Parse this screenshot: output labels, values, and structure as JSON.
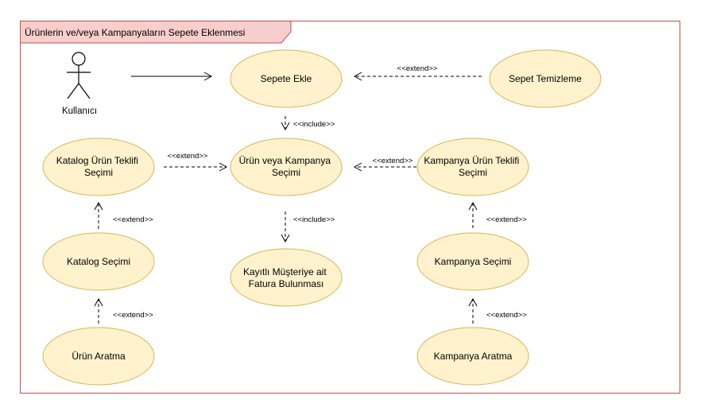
{
  "diagram": {
    "title": "Ürünlerin ve/veya Kampanyaların Sepete Eklenmesi",
    "actor": {
      "label": "Kullanıcı"
    },
    "use_cases": {
      "sepete_ekle": [
        "Sepete Ekle"
      ],
      "sepet_temizleme": [
        "Sepet Temizleme"
      ],
      "urun_kampanya_secimi": [
        "Ürün veya Kampanya",
        "Seçimi"
      ],
      "katalog_urun_teklifi": [
        "Katalog Ürün Teklifi",
        "Seçimi"
      ],
      "kampanya_urun_teklifi": [
        "Kampanya Ürün Teklifi",
        "Seçimi"
      ],
      "katalog_secimi": [
        "Katalog Seçimi"
      ],
      "kayitli_musteri": [
        "Kayıtlı Müşteriye ait",
        "Fatura Bulunması"
      ],
      "kampanya_secimi": [
        "Kampanya Seçimi"
      ],
      "urun_aratma": [
        "Ürün Aratma"
      ],
      "kampanya_aratma": [
        "Kampanya Aratma"
      ]
    },
    "relations": {
      "temizleme_to_ekle": "<<extend>>",
      "ekle_to_secim": "<<include>>",
      "katalog_teklif_to_secim": "<<extend>>",
      "kampanya_teklif_to_secim": "<<extend>>",
      "secim_to_fatura": "<<include>>",
      "katalog_secimi_to_teklif": "<<extend>>",
      "kampanya_secimi_to_teklif": "<<extend>>",
      "urun_aratma_to_katalog": "<<extend>>",
      "kampanya_aratma_to_secimi": "<<extend>>"
    },
    "colors": {
      "use_case_fill": "#fff2cc",
      "use_case_stroke": "#d6b656",
      "boundary_stroke": "#b85450",
      "title_fill": "#f8cecc",
      "line": "#000000"
    }
  }
}
